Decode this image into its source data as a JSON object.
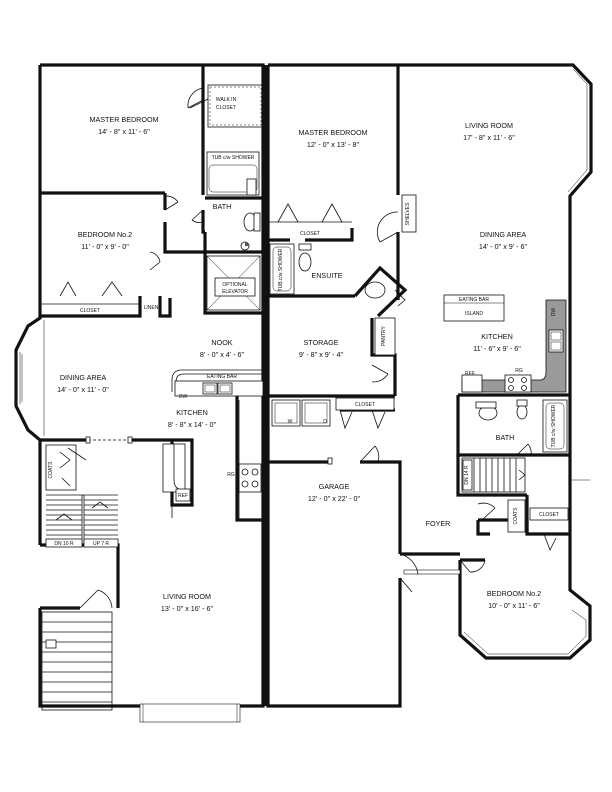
{
  "left_unit": {
    "master_bedroom": {
      "name": "MASTER BEDROOM",
      "size": "14' - 8\" x 11' - 6\""
    },
    "walk_in_closet": {
      "line1": "WALK IN",
      "line2": "CLOSET"
    },
    "tub_shower": "TUB c/w SHOWER",
    "bath": "BATH",
    "bedroom2": {
      "name": "BEDROOM No.2",
      "size": "11' - 0\" x 9' - 0\""
    },
    "closet": "CLOSET",
    "linen": "LINEN",
    "optional_elevator": {
      "line1": "OPTIONAL",
      "line2": "ELEVATOR"
    },
    "nook": {
      "name": "NOOK",
      "size": "8' - 0\" x 4' - 6\""
    },
    "dining_area": {
      "name": "DINING AREA",
      "size": "14' - 0\" x 11' - 0\""
    },
    "eating_bar": "EATING BAR",
    "dw": "DW",
    "kitchen": {
      "name": "KITCHEN",
      "size": "8' - 8\" x 14' - 0\""
    },
    "rg": "RG",
    "ref": "REF",
    "coats": "COATS",
    "dn_stairs": "DN 10 R",
    "up_stairs": "UP 7 R",
    "living_room": {
      "name": "LIVING ROOM",
      "size": "13' - 0\" x 16' - 6\""
    }
  },
  "middle": {
    "master_bedroom": {
      "name": "MASTER BEDROOM",
      "size": "12' - 0\" x 13' - 8\""
    },
    "closet": "CLOSET",
    "tub_shower": "TUB c/w SHOWER",
    "ensuite": "ENSUITE",
    "shelves": "SHELVES",
    "pantry": "PANTRY",
    "storage": {
      "name": "STORAGE",
      "size": "9' - 8\" x 9' - 4\""
    },
    "washer": "W",
    "dryer": "D",
    "closet2": "CLOSET",
    "garage": {
      "name": "GARAGE",
      "size": "12' - 0\" x 22' - 0\""
    }
  },
  "right_unit": {
    "living_room": {
      "name": "LIVING ROOM",
      "size": "17' - 8\" x 11' - 6\""
    },
    "dining_area": {
      "name": "DINING AREA",
      "size": "14' - 0\" x 9' - 6\""
    },
    "eating_bar": "EATING BAR",
    "island": "ISLAND",
    "dw": "DW",
    "kitchen": {
      "name": "KITCHEN",
      "size": "11' - 6\" x 9' - 6\""
    },
    "ref": "REF",
    "rg": "RG",
    "tub_shower": "TUB c/w SHOWER",
    "bath": "BATH",
    "dn_stairs": "DN 14 R",
    "coats": "COATS",
    "closet": "CLOSET",
    "foyer": "FOYER",
    "bedroom2": {
      "name": "BEDROOM No.2",
      "size": "10' - 0\" x 11' - 6\""
    }
  }
}
